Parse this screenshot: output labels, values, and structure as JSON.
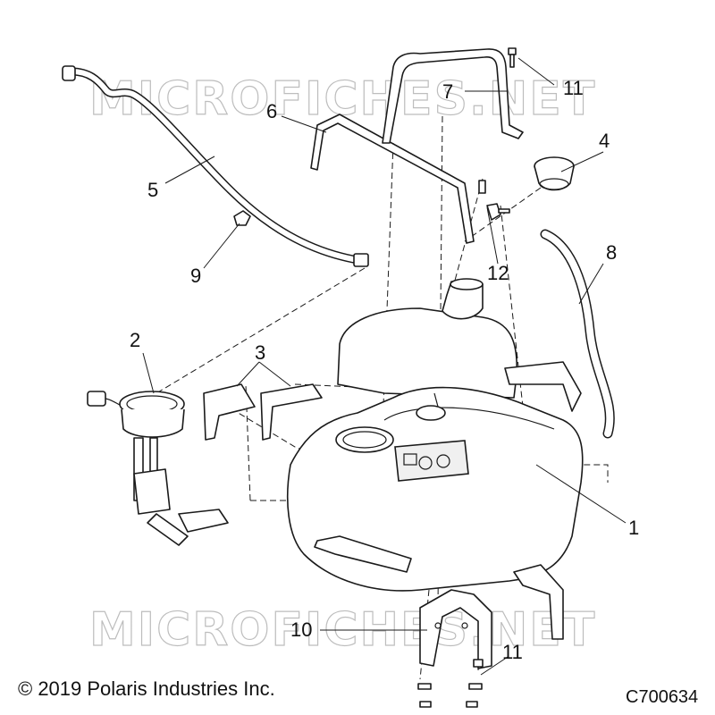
{
  "watermark": "MICROFICHES.NET",
  "callouts": {
    "c1": "1",
    "c2": "2",
    "c3": "3",
    "c4": "4",
    "c5": "5",
    "c6": "6",
    "c7": "7",
    "c8": "8",
    "c9": "9",
    "c10": "10",
    "c11_top": "11",
    "c11_bottom": "11",
    "c12": "12"
  },
  "footer": {
    "copyright": "© 2019 Polaris Industries Inc.",
    "diagram_code": "C700634"
  }
}
